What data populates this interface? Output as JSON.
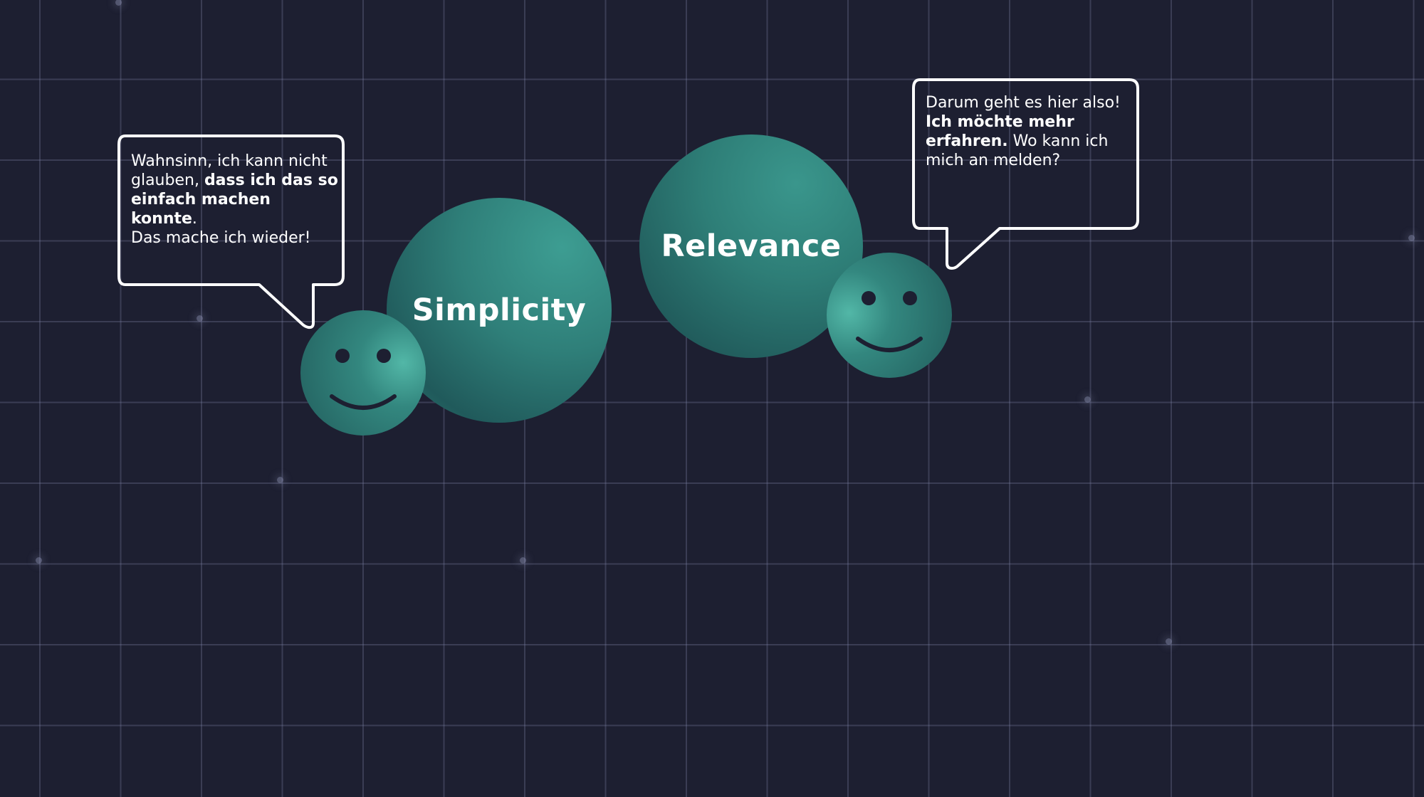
{
  "bubbles": {
    "simplicity": "Simplicity",
    "relevance": "Relevance"
  },
  "speech_left": {
    "line1": "Wahnsinn, ich kann nicht glauben, ",
    "bold": "dass ich das so einfach machen konnte",
    "line2": ".\nDas mache ich wieder!"
  },
  "speech_right": {
    "line1": "Darum geht es hier also!\n",
    "bold": "Ich möchte mehr erfahren.",
    "line2": " Wo kann ich mich an melden?"
  },
  "colors": {
    "background": "#1d1f31",
    "accent": "#2f7f79",
    "text": "#ffffff"
  },
  "icons": [
    "smiley-face-icon",
    "speech-bubble-icon"
  ]
}
